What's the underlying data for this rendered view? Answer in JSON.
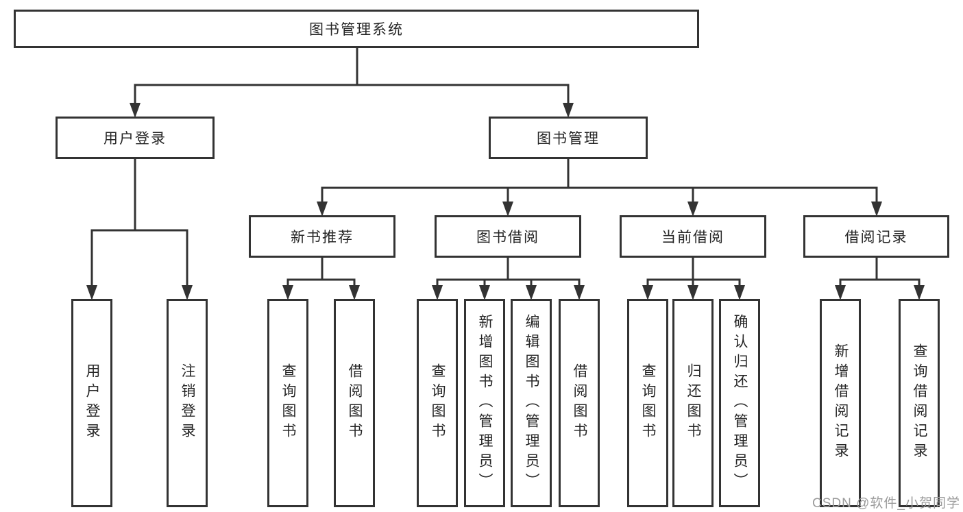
{
  "diagram": {
    "root": {
      "label": "图书管理系统",
      "children": [
        {
          "label": "用户登录",
          "children": [
            {
              "label": "用户登录"
            },
            {
              "label": "注销登录"
            }
          ]
        },
        {
          "label": "图书管理",
          "children": [
            {
              "label": "新书推荐",
              "children": [
                {
                  "label": "查询图书"
                },
                {
                  "label": "借阅图书"
                }
              ]
            },
            {
              "label": "图书借阅",
              "children": [
                {
                  "label": "查询图书"
                },
                {
                  "label": "新增图书（管理员）"
                },
                {
                  "label": "编辑图书（管理员）"
                },
                {
                  "label": "借阅图书"
                }
              ]
            },
            {
              "label": "当前借阅",
              "children": [
                {
                  "label": "查询图书"
                },
                {
                  "label": "归还图书"
                },
                {
                  "label": "确认归还（管理员）"
                }
              ]
            },
            {
              "label": "借阅记录",
              "children": [
                {
                  "label": "新增借阅记录"
                },
                {
                  "label": "查询借阅记录"
                }
              ]
            }
          ]
        }
      ]
    },
    "watermark": "CSDN @软件_小贺同学"
  },
  "colors": {
    "line": "#333333",
    "text": "#262626",
    "watermark": "#9b9b9b",
    "background": "#ffffff"
  }
}
